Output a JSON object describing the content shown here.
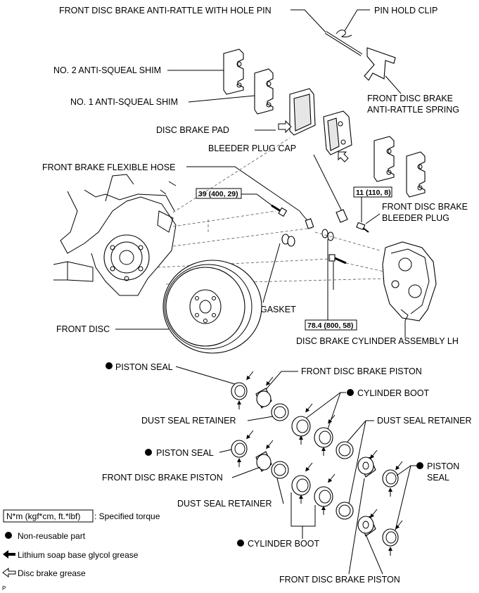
{
  "labels": {
    "anti_rattle_pin": "FRONT DISC BRAKE ANTI-RATTLE WITH HOLE PIN",
    "pin_hold_clip": "PIN HOLD CLIP",
    "no2_shim": "NO. 2 ANTI-SQUEAL SHIM",
    "no1_shim": "NO. 1 ANTI-SQUEAL SHIM",
    "anti_rattle_spring_1": "FRONT DISC BRAKE",
    "anti_rattle_spring_2": "ANTI-RATTLE SPRING",
    "disc_brake_pad": "DISC BRAKE PAD",
    "bleeder_plug_cap": "BLEEDER PLUG CAP",
    "flexible_hose": "FRONT BRAKE FLEXIBLE HOSE",
    "bleeder_plug_1": "FRONT DISC BRAKE",
    "bleeder_plug_2": "BLEEDER PLUG",
    "gasket": "GASKET",
    "front_disc": "FRONT DISC",
    "cylinder_assembly": "DISC BRAKE CYLINDER ASSEMBLY LH",
    "piston_seal_a": "PISTON SEAL",
    "front_piston_a": "FRONT DISC BRAKE PISTON",
    "cylinder_boot_a": "CYLINDER BOOT",
    "dust_seal_retainer_a": "DUST SEAL RETAINER",
    "dust_seal_retainer_b": "DUST SEAL RETAINER",
    "piston_seal_b": "PISTON SEAL",
    "front_piston_b": "FRONT DISC BRAKE PISTON",
    "piston_seal_c_1": "PISTON",
    "piston_seal_c_2": "SEAL",
    "dust_seal_retainer_c": "DUST SEAL RETAINER",
    "cylinder_boot_b": "CYLINDER BOOT",
    "front_piston_c": "FRONT DISC BRAKE PISTON"
  },
  "torques": {
    "hose_bolt": "39 (400, 29)",
    "bleeder": "11 (110, 8)",
    "cylinder_bolt": "78.4 (800, 58)"
  },
  "legend": {
    "torque_box": "N*m (kgf*cm, ft.*lbf)",
    "torque_text": ": Specified torque",
    "non_reusable": "Non-reusable part",
    "lithium_grease": "Lithium soap base glycol grease",
    "disc_grease": "Disc brake grease"
  },
  "corner_mark": "P"
}
